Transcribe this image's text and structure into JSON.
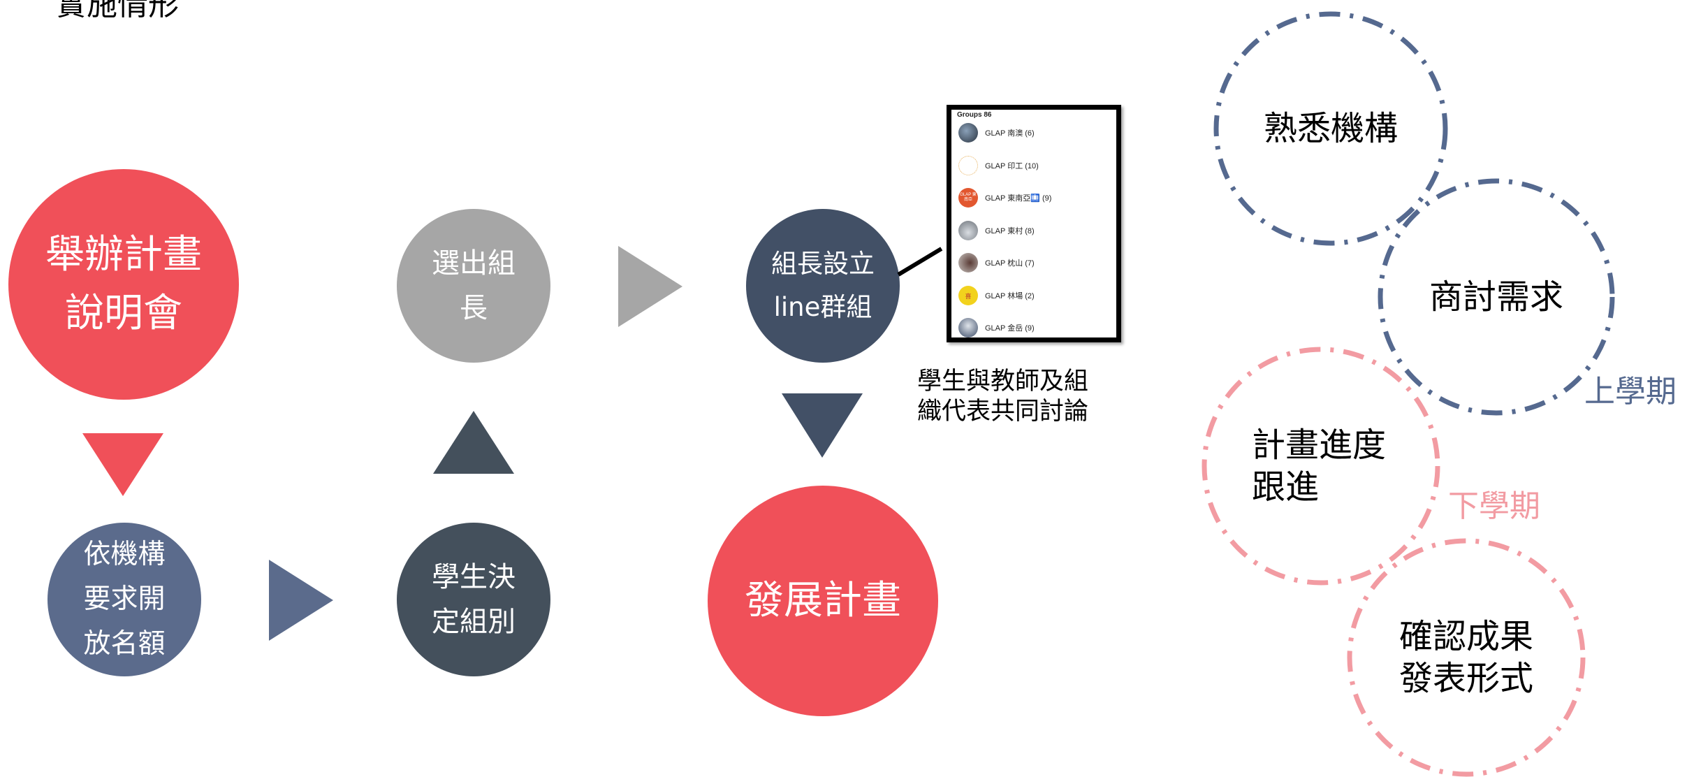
{
  "title": "實施情形",
  "flow": {
    "info_session": [
      "舉辦計畫",
      "說明會"
    ],
    "quota": [
      "依機構",
      "要求開",
      "放名額"
    ],
    "choose_group": [
      "學生決",
      "定組別"
    ],
    "pick_leader": [
      "選出組",
      "長"
    ],
    "line_group": [
      "組長設立",
      "line群組"
    ],
    "develop_plan": [
      "發展計畫"
    ]
  },
  "chat_list": {
    "header": "Groups 86",
    "items": [
      {
        "name": "GLAP 南澳 (6)",
        "avatar": "photo"
      },
      {
        "name": "GLAP 印工 (10)",
        "avatar": "dots"
      },
      {
        "name": "GLAP 東南亞🛄 (9)",
        "avatar": "orange",
        "avatar_text": "GLAP 東南亞"
      },
      {
        "name": "GLAP 東村 (8)",
        "avatar": "photo"
      },
      {
        "name": "GLAP 枕山 (7)",
        "avatar": "photo"
      },
      {
        "name": "GLAP 林場 (2)",
        "avatar": "yellow",
        "avatar_text": "喜"
      },
      {
        "name": "GLAP 金岳 (9)",
        "avatar": "photo"
      }
    ]
  },
  "caption": [
    "學生與教師及組",
    "織代表共同討論"
  ],
  "cycle": {
    "familiar": [
      "熟悉機構"
    ],
    "discuss": [
      "商討需求"
    ],
    "progress": [
      "計畫進度",
      "跟進"
    ],
    "confirm": [
      "確認成果",
      "發表形式"
    ],
    "first_semester": "上學期",
    "second_semester": "下學期"
  },
  "colors": {
    "red": "#f05059",
    "slate_blue": "#5b6b8c",
    "dark_slate": "#44505c",
    "navy": "#425066",
    "gray": "#a6a6a6",
    "ring_blue": "#55698f",
    "ring_pink": "#f29ba2"
  }
}
